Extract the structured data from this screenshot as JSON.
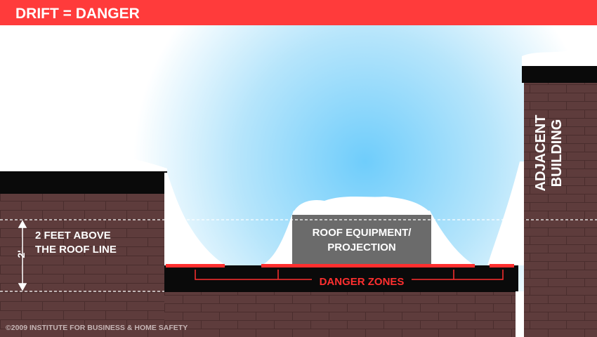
{
  "header": {
    "title": "DRIFT = DANGER"
  },
  "labels": {
    "height_note_line1": "2 FEET ABOVE",
    "height_note_line2": "THE ROOF LINE",
    "dimension": "2'",
    "equipment_line1": "ROOF EQUIPMENT/",
    "equipment_line2": "PROJECTION",
    "danger_zones": "DANGER ZONES",
    "adjacent_line1": "ADJACENT",
    "adjacent_line2": "BUILDING"
  },
  "footer": {
    "copyright": "©2009 INSTITUTE FOR BUSINESS & HOME SAFETY"
  },
  "colors": {
    "header_red": "#ff3b3b",
    "brick": "#5e3c3c",
    "roof_black": "#0a0a0a",
    "danger_red": "#ff2f2f",
    "equipment_gray": "#6b6b6b",
    "sky_blue": "#6fcdfb",
    "snow": "#ffffff"
  }
}
